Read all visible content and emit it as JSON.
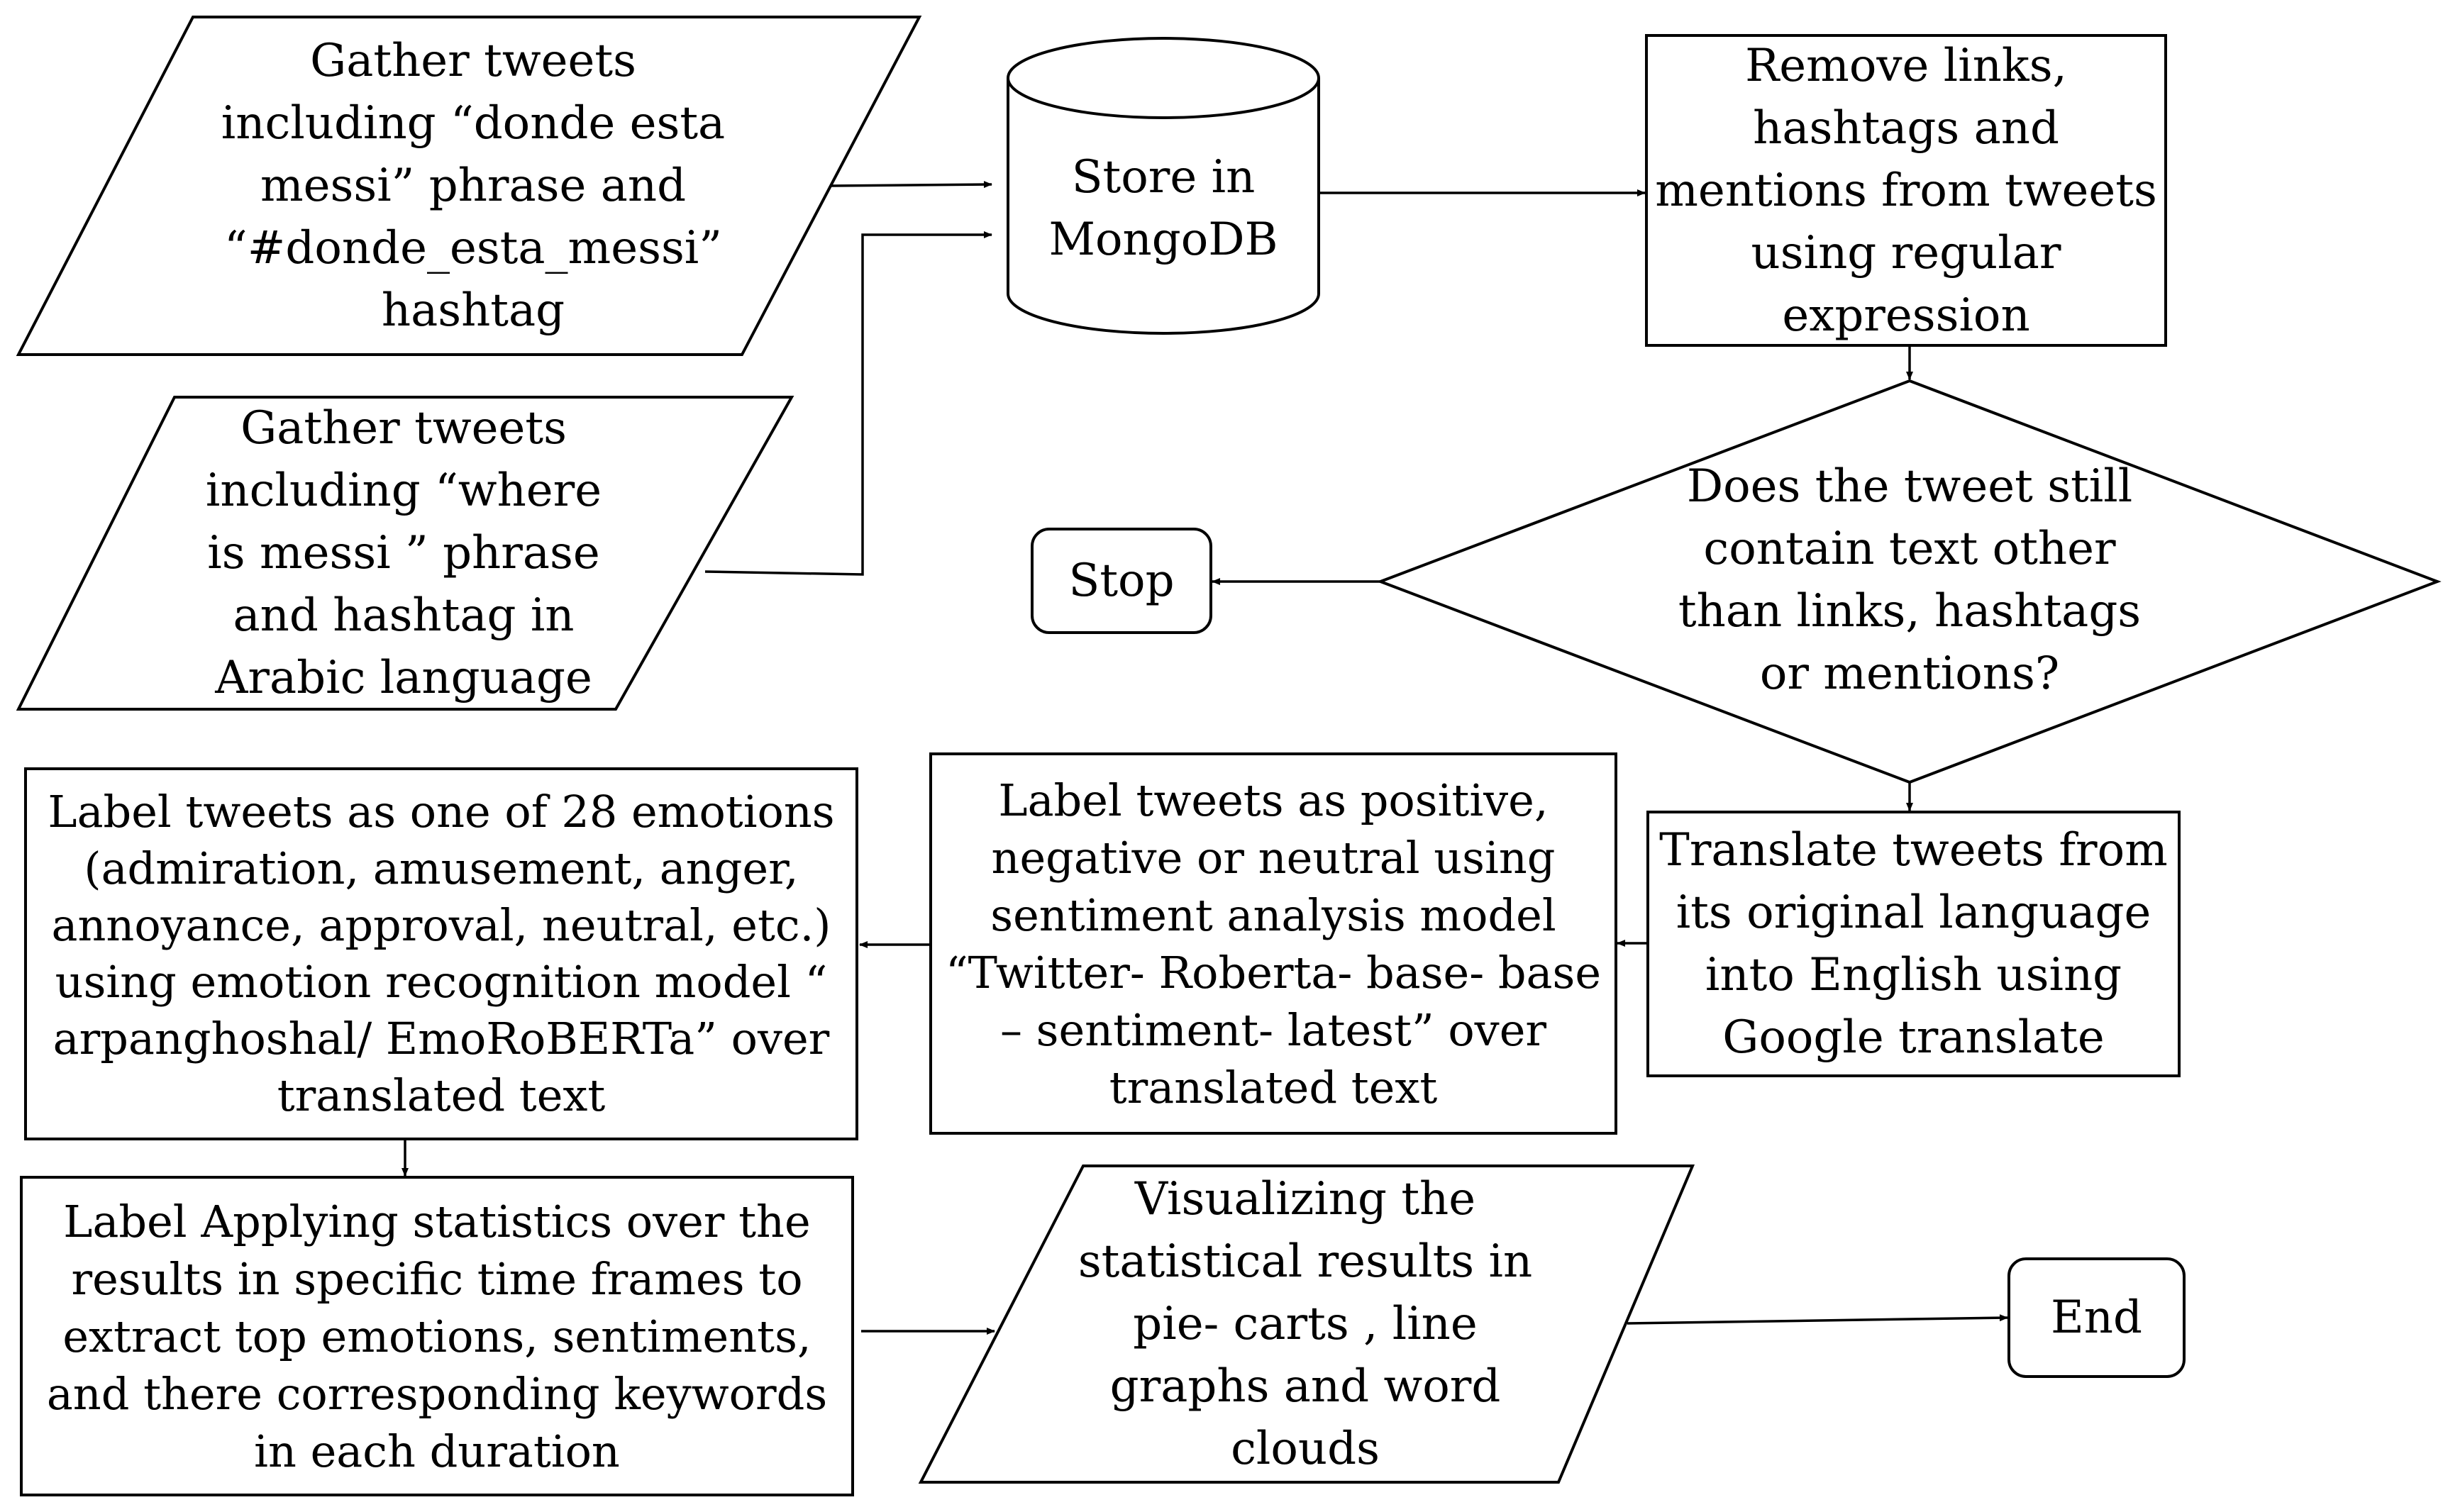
{
  "nodes": {
    "gather_spanish": {
      "shape": "parallelogram",
      "lines": [
        "Gather tweets",
        "including “donde esta",
        "messi” phrase and",
        "“#donde_esta_messi”",
        "hashtag"
      ]
    },
    "gather_arabic": {
      "shape": "parallelogram",
      "lines": [
        "Gather tweets",
        "including “where",
        "is messi ” phrase",
        "and hashtag in",
        "Arabic language"
      ]
    },
    "store": {
      "shape": "cylinder",
      "lines": [
        "Store in",
        "MongoDB"
      ]
    },
    "remove": {
      "shape": "rectangle",
      "lines": [
        "Remove links,",
        "hashtags and",
        "mentions from tweets",
        "using regular",
        "expression"
      ]
    },
    "decision": {
      "shape": "diamond",
      "lines": [
        "Does the tweet still",
        "contain text other",
        "than links, hashtags",
        "or mentions?"
      ]
    },
    "stop": {
      "shape": "rounded-rectangle",
      "lines": [
        "Stop"
      ]
    },
    "translate": {
      "shape": "rectangle",
      "lines": [
        "Translate tweets from",
        "its original language",
        "into English using",
        "Google translate"
      ]
    },
    "sentiment": {
      "shape": "rectangle",
      "lines": [
        "Label tweets as positive,",
        "negative or neutral using",
        "sentiment analysis model",
        "“Twitter- Roberta- base- base",
        "– sentiment- latest” over",
        "translated text"
      ]
    },
    "emotion": {
      "shape": "rectangle",
      "lines": [
        "Label tweets as one of 28 emotions",
        "(admiration, amusement, anger,",
        "annoyance, approval, neutral, etc.)",
        "using emotion recognition model “",
        "arpanghoshal/ EmoRoBERTa” over",
        "translated text"
      ]
    },
    "statistics": {
      "shape": "rectangle",
      "lines": [
        "Label Applying statistics over the",
        "results in specific time frames to",
        "extract top emotions, sentiments,",
        "and there corresponding keywords",
        "in each duration"
      ]
    },
    "visualize": {
      "shape": "parallelogram",
      "lines": [
        "Visualizing the",
        "statistical results in",
        "pie- carts , line",
        "graphs and word",
        "clouds"
      ]
    },
    "end": {
      "shape": "rounded-rectangle",
      "lines": [
        "End"
      ]
    }
  },
  "edges": [
    {
      "from": "gather_spanish",
      "to": "store"
    },
    {
      "from": "gather_arabic",
      "to": "store"
    },
    {
      "from": "store",
      "to": "remove"
    },
    {
      "from": "remove",
      "to": "decision"
    },
    {
      "from": "decision",
      "to": "stop"
    },
    {
      "from": "decision",
      "to": "translate"
    },
    {
      "from": "translate",
      "to": "sentiment"
    },
    {
      "from": "sentiment",
      "to": "emotion"
    },
    {
      "from": "emotion",
      "to": "statistics"
    },
    {
      "from": "statistics",
      "to": "visualize"
    },
    {
      "from": "visualize",
      "to": "end"
    }
  ],
  "colors": {
    "stroke": "#000000",
    "fill": "#ffffff",
    "text": "#000000"
  }
}
